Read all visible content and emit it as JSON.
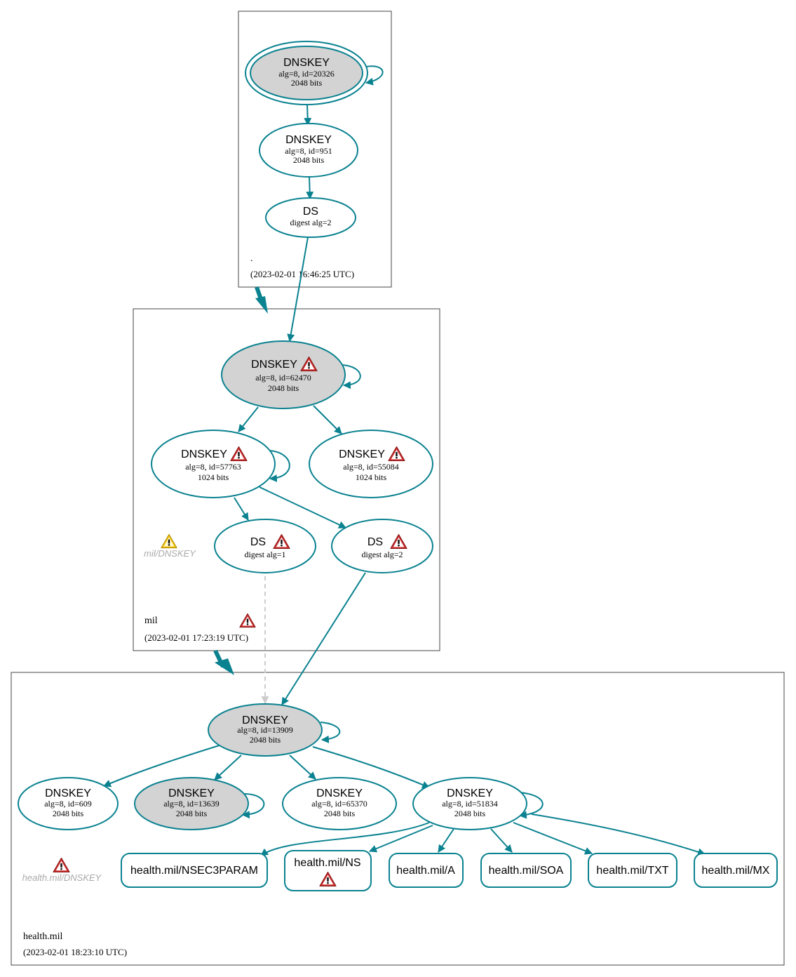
{
  "colors": {
    "edge": "#0a8290",
    "sep_fill": "#d3d3d3",
    "node_fill": "#ffffff",
    "zone_border": "#444444",
    "error_red": "#d32f2f",
    "warning_yellow": "#f6c915",
    "ghost_text": "#aaaaaa",
    "dashed_edge": "#cccccc"
  },
  "zones": {
    "root": {
      "name": ".",
      "timestamp": "(2023-02-01 16:46:25 UTC)"
    },
    "mil": {
      "name": "mil",
      "timestamp": "(2023-02-01 17:23:19 UTC)"
    },
    "health": {
      "name": "health.mil",
      "timestamp": "(2023-02-01 18:23:10 UTC)"
    }
  },
  "nodes": {
    "root_ksk": {
      "title": "DNSKEY",
      "detail": "alg=8, id=20326",
      "size": "2048 bits"
    },
    "root_zsk": {
      "title": "DNSKEY",
      "detail": "alg=8, id=951",
      "size": "2048 bits"
    },
    "root_ds": {
      "title": "DS",
      "detail": "digest alg=2"
    },
    "mil_ksk": {
      "title": "DNSKEY",
      "detail": "alg=8, id=62470",
      "size": "2048 bits"
    },
    "mil_k1": {
      "title": "DNSKEY",
      "detail": "alg=8, id=57763",
      "size": "1024 bits"
    },
    "mil_k2": {
      "title": "DNSKEY",
      "detail": "alg=8, id=55084",
      "size": "1024 bits"
    },
    "mil_ds1": {
      "title": "DS",
      "detail": "digest alg=1"
    },
    "mil_ds2": {
      "title": "DS",
      "detail": "digest alg=2"
    },
    "hm_ksk": {
      "title": "DNSKEY",
      "detail": "alg=8, id=13909",
      "size": "2048 bits"
    },
    "hm_k609": {
      "title": "DNSKEY",
      "detail": "alg=8, id=609",
      "size": "2048 bits"
    },
    "hm_k13639": {
      "title": "DNSKEY",
      "detail": "alg=8, id=13639",
      "size": "2048 bits"
    },
    "hm_k65370": {
      "title": "DNSKEY",
      "detail": "alg=8, id=65370",
      "size": "2048 bits"
    },
    "hm_k51834": {
      "title": "DNSKEY",
      "detail": "alg=8, id=51834",
      "size": "2048 bits"
    }
  },
  "rrsets": {
    "nsec3param": "health.mil/NSEC3PARAM",
    "ns": "health.mil/NS",
    "a": "health.mil/A",
    "soa": "health.mil/SOA",
    "txt": "health.mil/TXT",
    "mx": "health.mil/MX"
  },
  "ghosts": {
    "mil_dnskey": "mil/DNSKEY",
    "health_dnskey": "health.mil/DNSKEY"
  }
}
